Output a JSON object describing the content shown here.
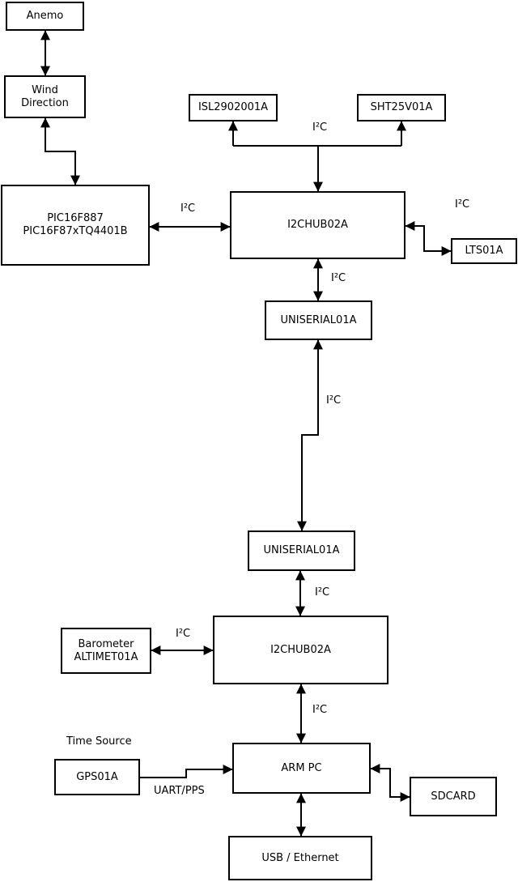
{
  "diagram": {
    "nodes": {
      "anemo": "Anemo",
      "wind_direction": "Wind\nDirection",
      "pic": "PIC16F887\nPIC16F87xTQ4401B",
      "isl": "ISL2902001A",
      "sht": "SHT25V01A",
      "i2chub_top": "I2CHUB02A",
      "lts": "LTS01A",
      "uniserial_upper": "UNISERIAL01A",
      "uniserial_lower": "UNISERIAL01A",
      "i2chub_bottom": "I2CHUB02A",
      "barometer": "Barometer\nALTIMET01A",
      "arm_pc": "ARM PC",
      "gps": "GPS01A",
      "sdcard": "SDCARD",
      "usb_ethernet": "USB / Ethernet"
    },
    "edge_labels": {
      "i2c": "I²C",
      "uart_pps": "UART/PPS",
      "time_source": "Time Source"
    },
    "connections": [
      {
        "from": "anemo",
        "to": "wind_direction",
        "style": "bidirectional"
      },
      {
        "from": "wind_direction",
        "to": "pic",
        "style": "bidirectional"
      },
      {
        "from": "pic",
        "to": "i2chub_top",
        "style": "bidirectional",
        "label": "I²C"
      },
      {
        "from": "i2chub_top",
        "to": "isl",
        "style": "arrow",
        "label": "I²C"
      },
      {
        "from": "i2chub_top",
        "to": "sht",
        "style": "arrow",
        "label": "I²C"
      },
      {
        "from": "i2chub_top",
        "to": "lts",
        "style": "bidirectional",
        "label": "I²C"
      },
      {
        "from": "i2chub_top",
        "to": "uniserial_upper",
        "style": "bidirectional",
        "label": "I²C"
      },
      {
        "from": "uniserial_upper",
        "to": "uniserial_lower",
        "style": "bidirectional",
        "label": "I²C"
      },
      {
        "from": "uniserial_lower",
        "to": "i2chub_bottom",
        "style": "bidirectional",
        "label": "I²C"
      },
      {
        "from": "barometer",
        "to": "i2chub_bottom",
        "style": "bidirectional",
        "label": "I²C"
      },
      {
        "from": "i2chub_bottom",
        "to": "arm_pc",
        "style": "bidirectional",
        "label": "I²C"
      },
      {
        "from": "gps",
        "to": "arm_pc",
        "style": "arrow",
        "label": "UART/PPS"
      },
      {
        "from": "arm_pc",
        "to": "sdcard",
        "style": "bidirectional"
      },
      {
        "from": "arm_pc",
        "to": "usb_ethernet",
        "style": "bidirectional"
      }
    ],
    "colors": {
      "line": "#000000",
      "box_border": "#000000",
      "box_fill": "#ffffff",
      "background": "#ffffff",
      "text": "#000000"
    }
  }
}
